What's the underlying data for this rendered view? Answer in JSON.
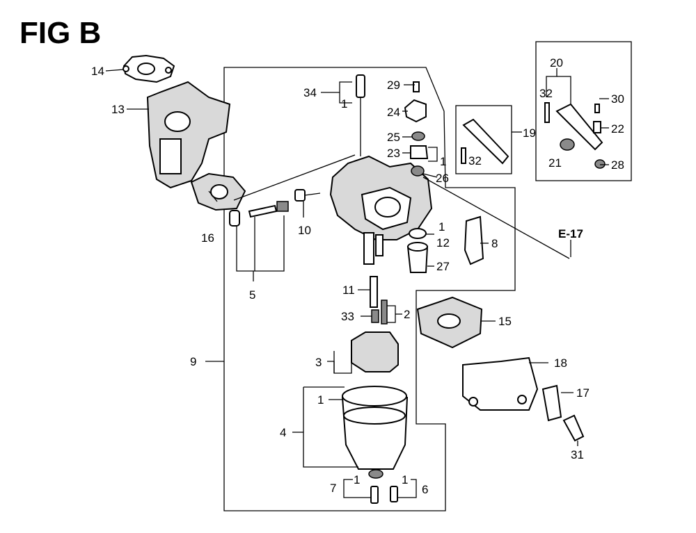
{
  "figure": {
    "title": "FIG B",
    "ref": "E-17"
  },
  "callouts": [
    {
      "id": "c14",
      "text": "14"
    },
    {
      "id": "c13",
      "text": "13"
    },
    {
      "id": "c16",
      "text": "16"
    },
    {
      "id": "c5",
      "text": "5"
    },
    {
      "id": "c10",
      "text": "10"
    },
    {
      "id": "c9",
      "text": "9"
    },
    {
      "id": "c34",
      "text": "34"
    },
    {
      "id": "c1a",
      "text": "1"
    },
    {
      "id": "c29",
      "text": "29"
    },
    {
      "id": "c24",
      "text": "24"
    },
    {
      "id": "c25",
      "text": "25"
    },
    {
      "id": "c23",
      "text": "23"
    },
    {
      "id": "c1b",
      "text": "1"
    },
    {
      "id": "c26",
      "text": "26"
    },
    {
      "id": "c19",
      "text": "19"
    },
    {
      "id": "c32a",
      "text": "32"
    },
    {
      "id": "c20",
      "text": "20"
    },
    {
      "id": "c32b",
      "text": "32"
    },
    {
      "id": "c30",
      "text": "30"
    },
    {
      "id": "c22",
      "text": "22"
    },
    {
      "id": "c21",
      "text": "21"
    },
    {
      "id": "c28",
      "text": "28"
    },
    {
      "id": "c1c",
      "text": "1"
    },
    {
      "id": "c12",
      "text": "12"
    },
    {
      "id": "c8",
      "text": "8"
    },
    {
      "id": "c27",
      "text": "27"
    },
    {
      "id": "c11",
      "text": "11"
    },
    {
      "id": "c33",
      "text": "33"
    },
    {
      "id": "c2",
      "text": "2"
    },
    {
      "id": "c15",
      "text": "15"
    },
    {
      "id": "c3",
      "text": "3"
    },
    {
      "id": "c18",
      "text": "18"
    },
    {
      "id": "c17",
      "text": "17"
    },
    {
      "id": "c1d",
      "text": "1"
    },
    {
      "id": "c4",
      "text": "4"
    },
    {
      "id": "c31",
      "text": "31"
    },
    {
      "id": "c7",
      "text": "7"
    },
    {
      "id": "c1e",
      "text": "1"
    },
    {
      "id": "c1f",
      "text": "1"
    },
    {
      "id": "c6",
      "text": "6"
    }
  ]
}
